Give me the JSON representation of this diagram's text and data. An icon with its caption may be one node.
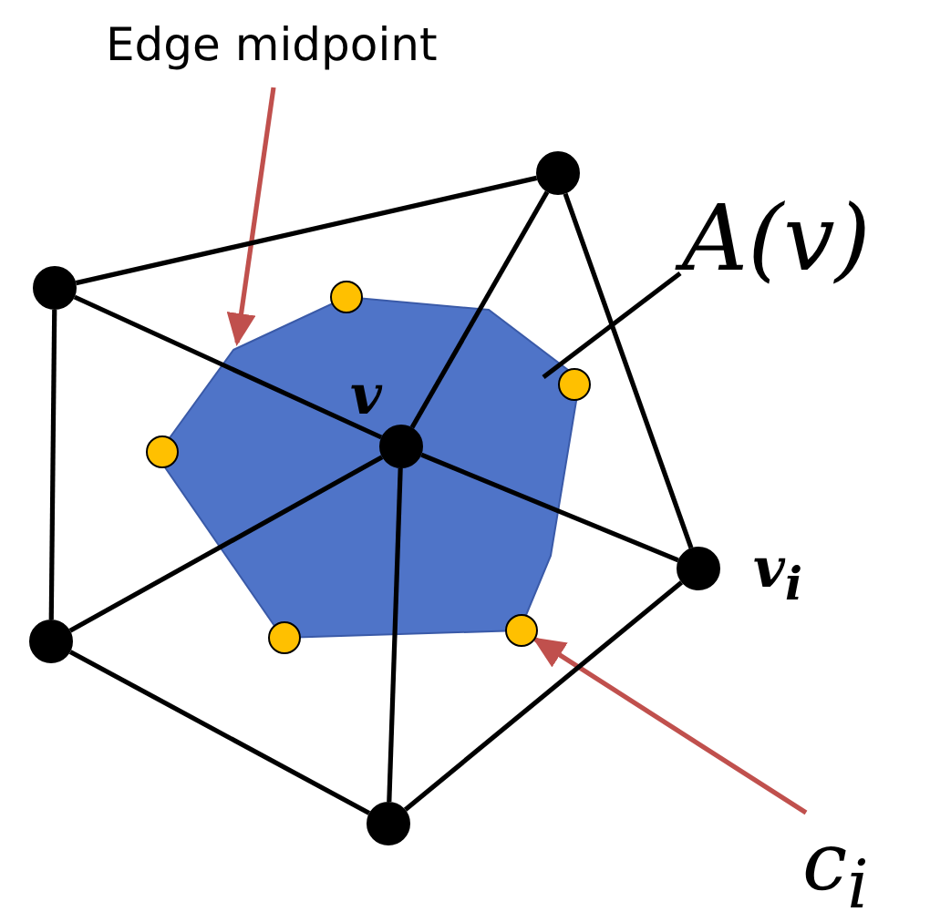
{
  "diagram": {
    "nodes": [
      {
        "text": [
          "Edge midpoint"
        ]
      },
      {
        "text": [
          "A(v)"
        ]
      },
      {
        "text": [
          "c$_{i}$"
        ]
      },
      {
        "text": [],
        "shape": "polygon"
      },
      {
        "text": [],
        "shape": "circle",
        "beside": [
          "v"
        ],
        "in": 3
      },
      {
        "text": [],
        "shape": "circle"
      },
      {
        "text": [],
        "shape": "circle"
      },
      {
        "text": [],
        "shape": "circle",
        "beside": [
          "v$_{i}$"
        ]
      },
      {
        "text": [],
        "shape": "circle"
      },
      {
        "text": [],
        "shape": "circle"
      },
      {
        "text": [],
        "shape": "circle"
      },
      {
        "text": [],
        "shape": "circle"
      },
      {
        "text": [],
        "shape": "circle"
      },
      {
        "text": [],
        "shape": "circle"
      },
      {
        "text": [],
        "shape": "circle"
      }
    ],
    "edges": [
      {
        "from": 0,
        "to": 3,
        "arrow": "to",
        "color": "#c0504d"
      },
      {
        "from": 1,
        "to": 3,
        "arrow": "none"
      },
      {
        "from": 2,
        "to": 14,
        "arrow": "to",
        "color": "#c0504d"
      },
      {
        "from": 6,
        "to": 5,
        "arrow": "none"
      },
      {
        "from": 5,
        "to": 7,
        "arrow": "none"
      },
      {
        "from": 7,
        "to": 9,
        "arrow": "none"
      },
      {
        "from": 9,
        "to": 8,
        "arrow": "none"
      },
      {
        "from": 8,
        "to": 6,
        "arrow": "none"
      },
      {
        "from": 4,
        "to": 5,
        "arrow": "none"
      },
      {
        "from": 4,
        "to": 6,
        "arrow": "none"
      },
      {
        "from": 4,
        "to": 7,
        "arrow": "none"
      },
      {
        "from": 4,
        "to": 8,
        "arrow": "none"
      },
      {
        "from": 4,
        "to": 9,
        "arrow": "none"
      }
    ]
  }
}
